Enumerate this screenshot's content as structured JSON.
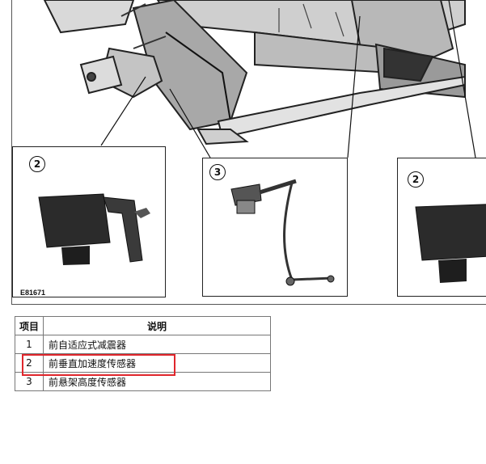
{
  "figure": {
    "id_label": "E81671",
    "callouts": {
      "left": "2",
      "middle": "3",
      "right": "2"
    },
    "colors": {
      "line": "#111111",
      "dark": "#2b2b2b",
      "frame": "#444444",
      "highlight": "#e0262c"
    }
  },
  "legend": {
    "headers": {
      "item": "项目",
      "desc": "说明"
    },
    "rows": [
      {
        "item": "1",
        "desc": "前自适应式减震器"
      },
      {
        "item": "2",
        "desc": "前垂直加速度传感器"
      },
      {
        "item": "3",
        "desc": "前悬架高度传感器"
      }
    ],
    "highlighted_row": "2"
  }
}
